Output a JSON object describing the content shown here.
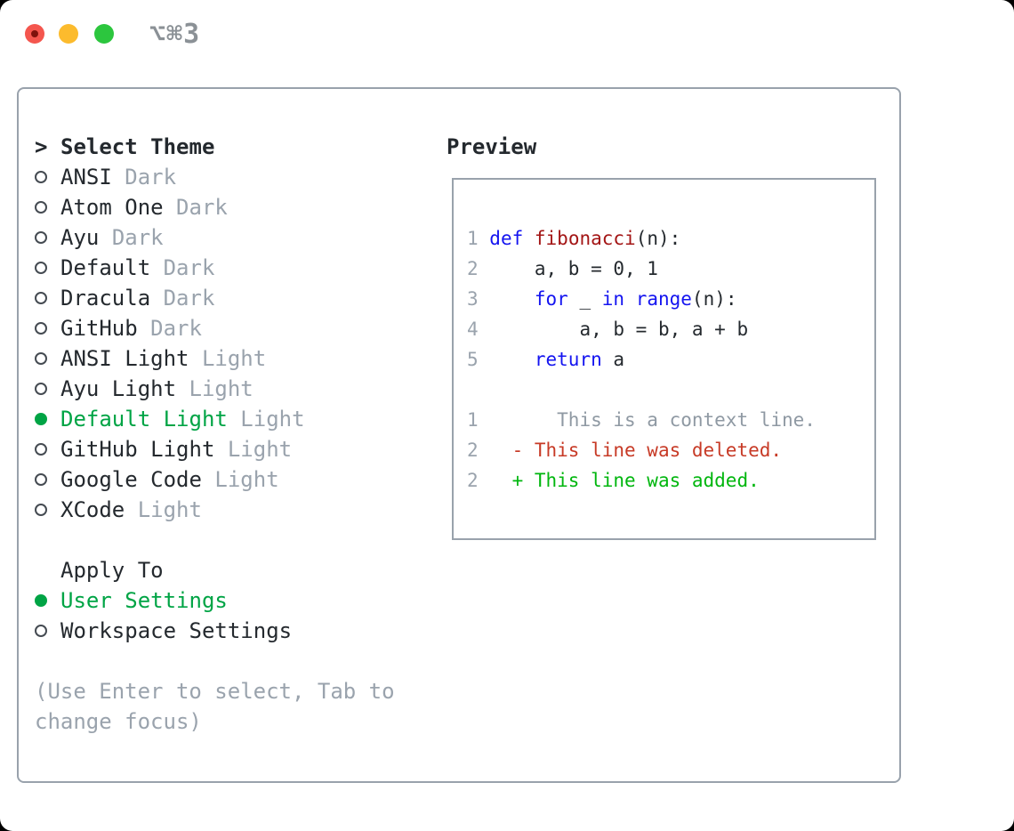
{
  "window": {
    "shortcut": "⌥⌘3"
  },
  "theme_panel": {
    "prompt": ">",
    "header": "Select Theme",
    "items": [
      {
        "name": "ANSI",
        "variant": "Dark",
        "selected": false
      },
      {
        "name": "Atom One",
        "variant": "Dark",
        "selected": false
      },
      {
        "name": "Ayu",
        "variant": "Dark",
        "selected": false
      },
      {
        "name": "Default",
        "variant": "Dark",
        "selected": false
      },
      {
        "name": "Dracula",
        "variant": "Dark",
        "selected": false
      },
      {
        "name": "GitHub",
        "variant": "Dark",
        "selected": false
      },
      {
        "name": "ANSI Light",
        "variant": "Light",
        "selected": false
      },
      {
        "name": "Ayu Light",
        "variant": "Light",
        "selected": false
      },
      {
        "name": "Default Light",
        "variant": "Light",
        "selected": true
      },
      {
        "name": "GitHub Light",
        "variant": "Light",
        "selected": false
      },
      {
        "name": "Google Code",
        "variant": "Light",
        "selected": false
      },
      {
        "name": "XCode",
        "variant": "Light",
        "selected": false
      }
    ],
    "apply_header": "Apply To",
    "apply_items": [
      {
        "name": "User Settings",
        "selected": true
      },
      {
        "name": "Workspace Settings",
        "selected": false
      }
    ],
    "hint_lines": [
      "(Use Enter to select, Tab to",
      "change focus)"
    ]
  },
  "preview": {
    "header": "Preview",
    "lines": [
      [
        {
          "t": "1 ",
          "c": "num"
        },
        {
          "t": "def",
          "c": "kw"
        },
        {
          "t": " ",
          "c": "plain"
        },
        {
          "t": "fibonacci",
          "c": "fn"
        },
        {
          "t": "(n):",
          "c": "plain"
        }
      ],
      [
        {
          "t": "2 ",
          "c": "num"
        },
        {
          "t": "    a, b = 0, 1",
          "c": "plain"
        }
      ],
      [
        {
          "t": "3 ",
          "c": "num"
        },
        {
          "t": "    ",
          "c": "plain"
        },
        {
          "t": "for",
          "c": "kw"
        },
        {
          "t": " _ ",
          "c": "plain"
        },
        {
          "t": "in",
          "c": "kw"
        },
        {
          "t": " ",
          "c": "plain"
        },
        {
          "t": "range",
          "c": "kw"
        },
        {
          "t": "(n):",
          "c": "plain"
        }
      ],
      [
        {
          "t": "4 ",
          "c": "num"
        },
        {
          "t": "        a, b = b, a + b",
          "c": "plain"
        }
      ],
      [
        {
          "t": "5 ",
          "c": "num"
        },
        {
          "t": "    ",
          "c": "plain"
        },
        {
          "t": "return",
          "c": "kw"
        },
        {
          "t": " a",
          "c": "plain"
        }
      ],
      [],
      [
        {
          "t": "1 ",
          "c": "num"
        },
        {
          "t": "      This is a context line.",
          "c": "ctx"
        }
      ],
      [
        {
          "t": "2 ",
          "c": "num"
        },
        {
          "t": "  - This line was deleted.",
          "c": "del"
        }
      ],
      [
        {
          "t": "2 ",
          "c": "num"
        },
        {
          "t": "  + This line was added.",
          "c": "add"
        }
      ]
    ]
  },
  "colors": {
    "text": "#24292e",
    "muted": "#9aa3ad",
    "border": "#99a2ac",
    "selection_green": "#00a445",
    "keyword_blue": "#1414f0",
    "function_red": "#a31515",
    "diff_del": "#c73a26",
    "diff_add": "#00b60e",
    "context_gray": "#8f99a3",
    "traffic_red": "#f4564e",
    "traffic_yellow": "#fcbb2d",
    "traffic_green": "#2cc63e",
    "shortcut_gray": "#8b9196"
  }
}
